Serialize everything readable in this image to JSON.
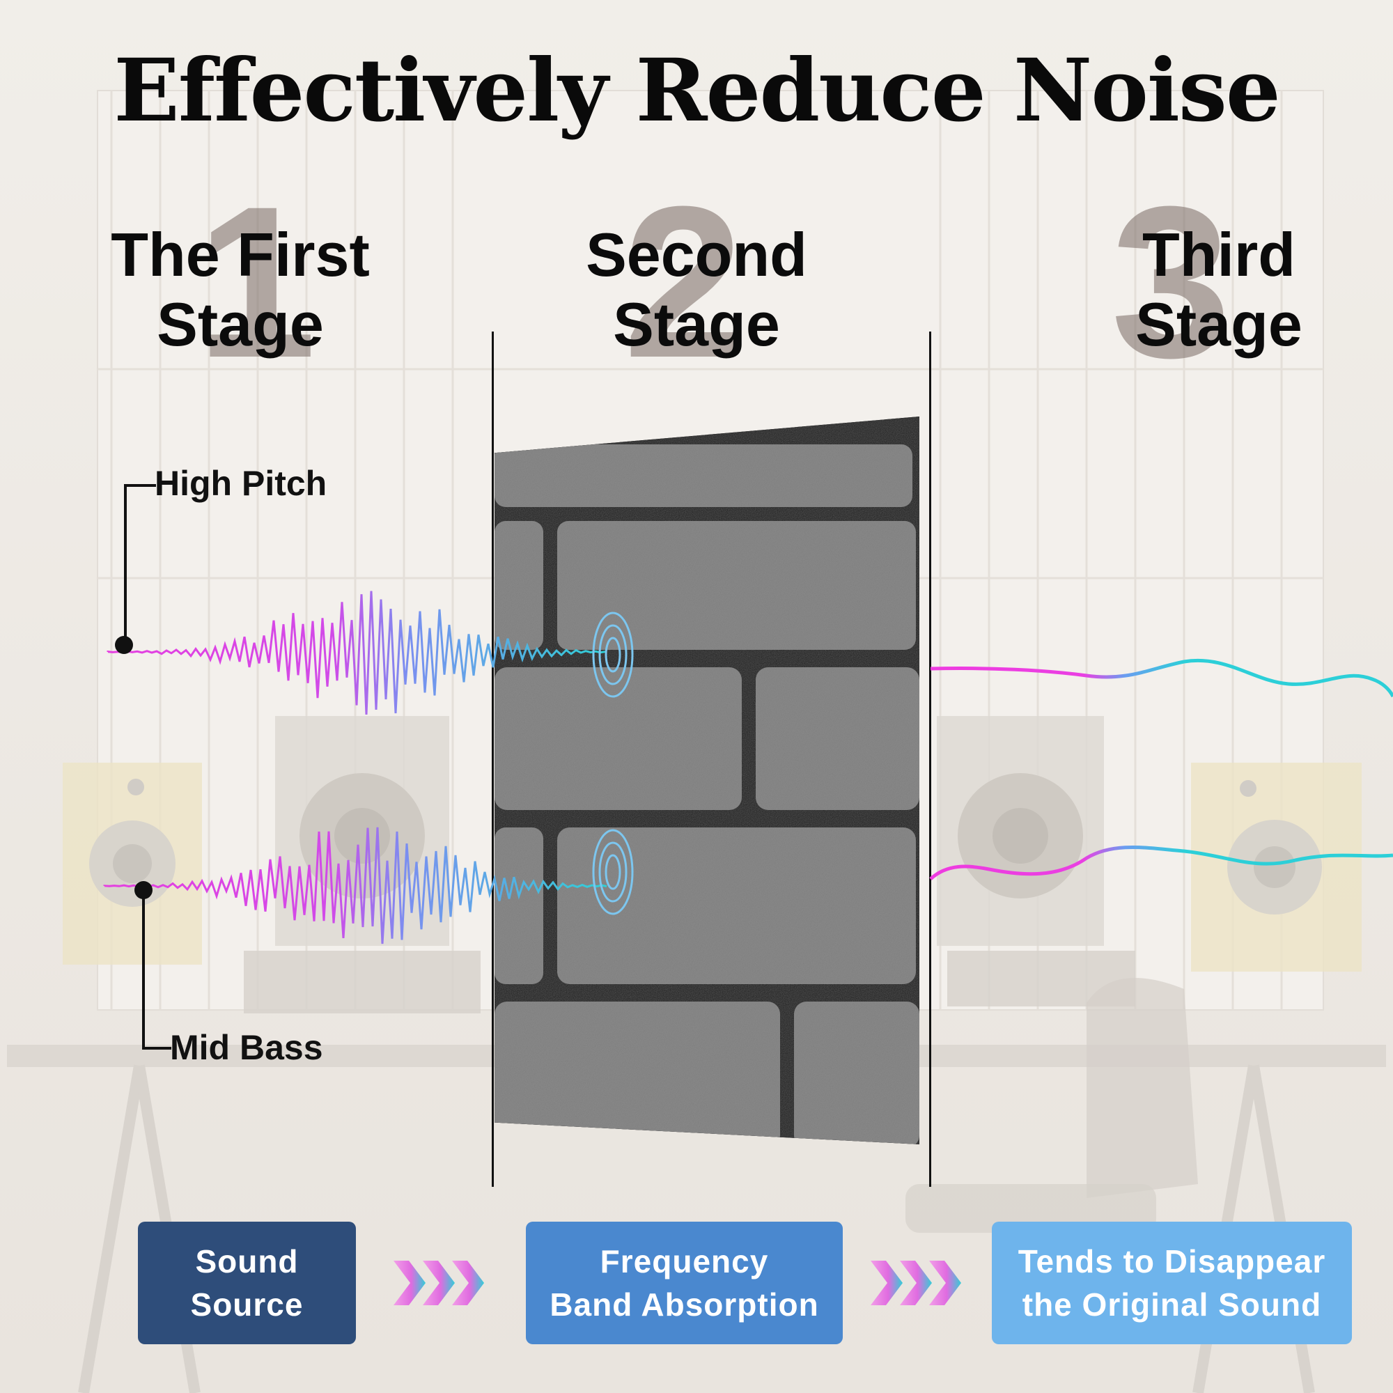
{
  "title": "Effectively Reduce Noise",
  "stages": [
    {
      "number": "1",
      "title": "The First\nStage"
    },
    {
      "number": "2",
      "title": "Second\nStage"
    },
    {
      "number": "3",
      "title": "Third\nStage"
    }
  ],
  "callouts": {
    "high": "High Pitch",
    "mid": "Mid Bass"
  },
  "steps": [
    {
      "label": "Sound\nSource",
      "color": "#2e4d7a"
    },
    {
      "label": "Frequency\nBand Absorption",
      "color": "#4a88cf"
    },
    {
      "label": "Tends to Disappear\nthe Original Sound",
      "color": "#6eb4ec"
    }
  ],
  "colors": {
    "wave_start": "#e53fe0",
    "wave_end": "#2fd0d6"
  }
}
